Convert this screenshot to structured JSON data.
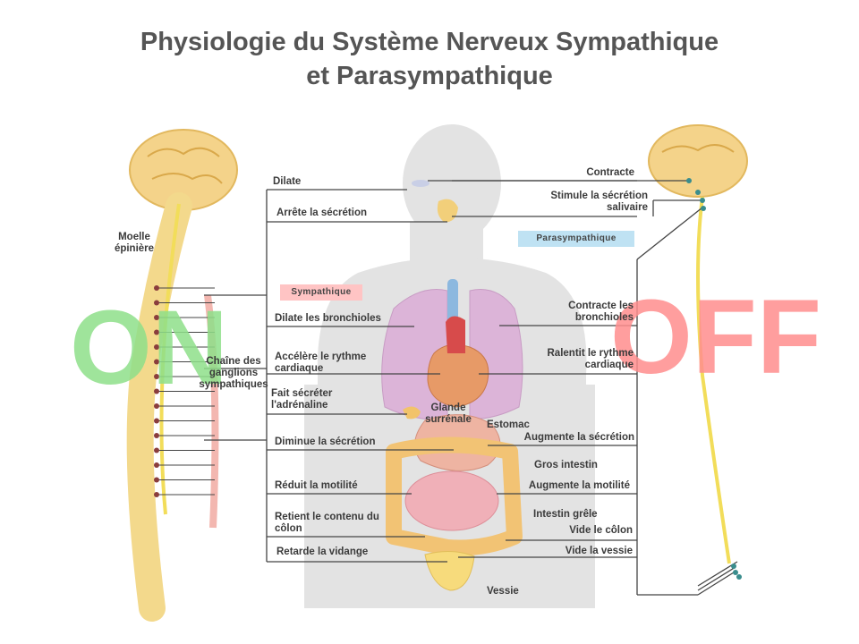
{
  "title": {
    "line1": "Physiologie du Système Nerveux Sympathique",
    "line2": "et Parasympathique"
  },
  "states": {
    "on": {
      "text": "ON",
      "color": "#8fe08a"
    },
    "off": {
      "text": "OFF",
      "color": "#ff8e8e"
    }
  },
  "tags": {
    "sympathetic": {
      "text": "Sympathique",
      "color": "#ffc4c4"
    },
    "parasympathetic": {
      "text": "Parasympathique",
      "color": "#bfe2f3"
    }
  },
  "anatomy": {
    "spinal_cord": "Moelle épinière",
    "ganglia_chain": "Chaîne des ganglions sympathiques",
    "adrenal_gland": "Glande surrénale",
    "stomach": "Estomac",
    "large_intestine": "Gros intestin",
    "small_intestine": "Intestin grêle",
    "bladder": "Vessie"
  },
  "sympathetic_effects": [
    "Dilate",
    "Arrête la sécrétion",
    "Dilate les bronchioles",
    "Accélère le rythme cardiaque",
    "Fait sécréter l'adrénaline",
    "Diminue la sécrétion",
    "Réduit la motilité",
    "Retient le contenu du côlon",
    "Retarde la vidange"
  ],
  "parasympathetic_effects": [
    "Contracte",
    "Stimule la sécrétion salivaire",
    "Contracte les bronchioles",
    "Ralentit le rythme cardiaque",
    "Augmente la sécrétion",
    "Augmente la motilité",
    "Vide le côlon",
    "Vide la vessie"
  ],
  "colors": {
    "line": "#444444",
    "nerve": "#f2dd5a",
    "ganglia_band": "#f3b7b0",
    "brain": "#f4d38a",
    "silhouette": "#e2e2e2"
  }
}
